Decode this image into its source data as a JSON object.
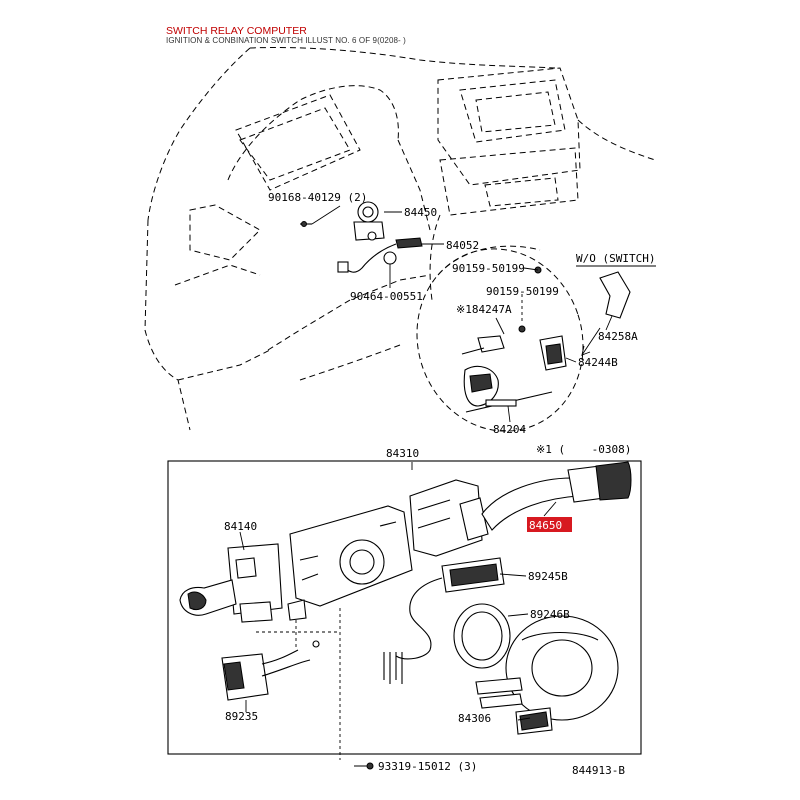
{
  "header": {
    "title": "SWITCH RELAY COMPUTER",
    "subtitle": "IGNITION & CONBINATION SWITCH ILLUST NO. 6 OF 9(0208- )"
  },
  "parts": {
    "p84450": "84450",
    "p90168": "90168-40129 (2)",
    "p84052": "84052",
    "p90464": "90464-00551",
    "p90159a": "90159-50199",
    "p90159b": "90159-50199",
    "p184247": "※184247A",
    "p84258": "84258A",
    "p84244": "84244B",
    "p84204": "84204",
    "p84310": "84310",
    "p84140": "84140",
    "p84650": "84650",
    "p89245": "89245B",
    "p89246": "89246B",
    "p89235": "89235",
    "p84306": "84306",
    "p93319": "93319-15012 (3)"
  },
  "notes": {
    "wo_switch": "W/O (SWITCH)",
    "note1": "※1 (    -0308)",
    "illust_no": "844913-B"
  },
  "colors": {
    "title": "#c00000",
    "highlight": "#d71920"
  }
}
